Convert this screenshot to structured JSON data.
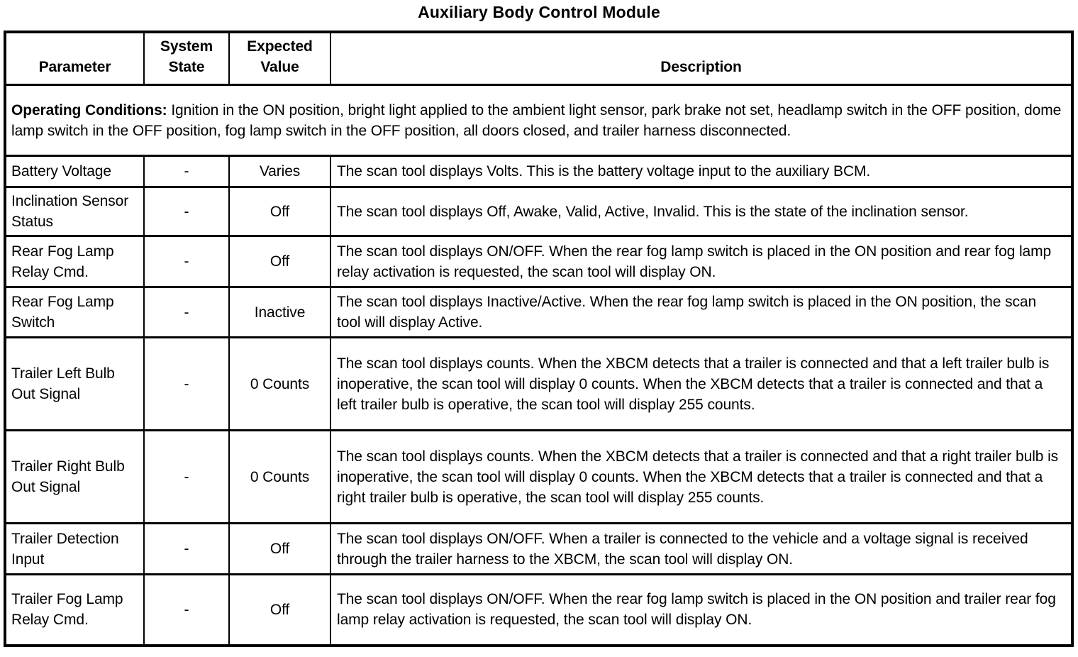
{
  "title": "Auxiliary Body Control Module",
  "headers": {
    "parameter": "Parameter",
    "system_state": "System State",
    "expected_value": "Expected Value",
    "description": "Description"
  },
  "operating_conditions": {
    "label": "Operating Conditions:",
    "text": "Ignition in the ON position, bright light applied to the ambient light sensor, park brake not set, headlamp switch in the OFF position, dome lamp switch in the OFF position, fog lamp switch in the OFF position, all doors closed, and trailer harness disconnected."
  },
  "rows": [
    {
      "parameter": "Battery Voltage",
      "system_state": "-",
      "expected_value": "Varies",
      "description": "The scan tool displays Volts. This is the battery voltage input to the auxiliary BCM."
    },
    {
      "parameter": "Inclination Sensor Status",
      "system_state": "-",
      "expected_value": "Off",
      "description": "The scan tool displays Off, Awake, Valid, Active, Invalid. This is the state of the inclination sensor."
    },
    {
      "parameter": "Rear Fog Lamp Relay Cmd.",
      "system_state": "-",
      "expected_value": "Off",
      "description": "The scan tool displays ON/OFF. When the rear fog lamp switch is placed in the ON position and rear fog lamp relay activation is requested, the scan tool will display ON."
    },
    {
      "parameter": "Rear Fog Lamp Switch",
      "system_state": "-",
      "expected_value": "Inactive",
      "description": "The scan tool displays Inactive/Active. When the rear fog lamp switch is placed in the ON position, the scan tool will display Active."
    },
    {
      "parameter": "Trailer Left Bulb Out Signal",
      "system_state": "-",
      "expected_value": "0 Counts",
      "description": "The scan tool displays counts. When the XBCM detects that a trailer is connected and that a left trailer bulb is inoperative, the scan tool will display 0 counts. When the XBCM detects that a trailer is connected and that a left trailer bulb is operative, the scan tool will display 255 counts."
    },
    {
      "parameter": "Trailer Right Bulb Out Signal",
      "system_state": "-",
      "expected_value": "0 Counts",
      "description": "The scan tool displays counts. When the XBCM detects that a trailer is connected and that a right trailer bulb is inoperative, the scan tool will display 0 counts. When the XBCM detects that a trailer is connected and that a right trailer bulb is operative, the scan tool will display 255 counts."
    },
    {
      "parameter": "Trailer Detection Input",
      "system_state": "-",
      "expected_value": "Off",
      "description": "The scan tool displays ON/OFF. When a trailer is connected to the vehicle and a voltage signal is received through the trailer harness to the XBCM, the scan tool will display ON."
    },
    {
      "parameter": "Trailer Fog Lamp Relay Cmd.",
      "system_state": "-",
      "expected_value": "Off",
      "description": "The scan tool displays ON/OFF. When the rear fog lamp switch is placed in the ON position and trailer rear fog lamp relay activation is requested, the scan tool will display ON."
    }
  ]
}
